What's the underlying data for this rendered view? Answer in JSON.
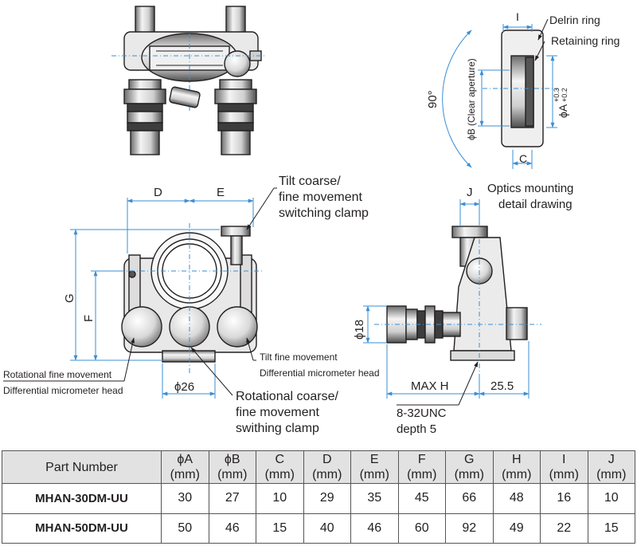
{
  "labels": {
    "delrin_ring": "Delrin ring",
    "retaining_ring": "Retaining ring",
    "angle_90": "90°",
    "clear_aperture": "ϕB (Clear aperture)",
    "phiA_base": "ϕA",
    "phiA_tol_upper": "+0.3",
    "phiA_tol_lower": "+0.2",
    "dim_I": "I",
    "dim_C": "C",
    "dim_D": "D",
    "dim_E": "E",
    "dim_F": "F",
    "dim_G": "G",
    "dim_J": "J",
    "dim_max_h": "MAX H",
    "dim_25_5": "25.5",
    "dim_phi18": "ϕ18",
    "dim_phi26": "ϕ26",
    "optics_mounting": [
      "Optics mounting",
      "detail drawing"
    ],
    "tilt_coarse": [
      "Tilt coarse/",
      "fine movement",
      "switching clamp"
    ],
    "tilt_fine": [
      "Tilt fine movement",
      "Differential micrometer head"
    ],
    "rot_fine": [
      "Rotational fine movement",
      "Differential micrometer head"
    ],
    "rot_coarse": [
      "Rotational coarse/",
      "fine movement",
      "swithing clamp"
    ],
    "thread": [
      "8-32UNC",
      "depth 5"
    ]
  },
  "table": {
    "headers": [
      {
        "top": "Part Number",
        "bottom": ""
      },
      {
        "top": "ϕA",
        "bottom": "(mm)"
      },
      {
        "top": "ϕB",
        "bottom": "(mm)"
      },
      {
        "top": "C",
        "bottom": "(mm)"
      },
      {
        "top": "D",
        "bottom": "(mm)"
      },
      {
        "top": "E",
        "bottom": "(mm)"
      },
      {
        "top": "F",
        "bottom": "(mm)"
      },
      {
        "top": "G",
        "bottom": "(mm)"
      },
      {
        "top": "H",
        "bottom": "(mm)"
      },
      {
        "top": "I",
        "bottom": "(mm)"
      },
      {
        "top": "J",
        "bottom": "(mm)"
      }
    ],
    "rows": [
      [
        "MHAN-30DM-UU",
        "30",
        "27",
        "10",
        "29",
        "35",
        "45",
        "66",
        "48",
        "16",
        "10"
      ],
      [
        "MHAN-50DM-UU",
        "50",
        "46",
        "15",
        "40",
        "46",
        "60",
        "92",
        "49",
        "22",
        "15"
      ]
    ]
  },
  "colors": {
    "dimension": "#3a8fd6",
    "line": "#231f20",
    "header_bg": "#e2e2e2",
    "metal_light": "#f2f2f2",
    "metal_mid": "#c8c8c8",
    "metal_dark": "#555555"
  }
}
